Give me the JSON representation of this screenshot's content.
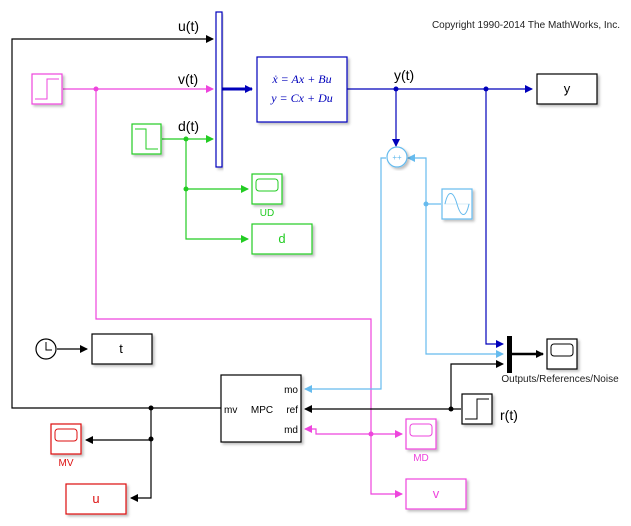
{
  "copyright": "Copyright 1990-2014 The MathWorks, Inc.",
  "colors": {
    "black": "#000000",
    "magenta": "#ee44dd",
    "green": "#22cc22",
    "blue": "#0000bb",
    "lightblue": "#66bbee",
    "red": "#dd1111"
  },
  "signals": {
    "u": "u(t)",
    "v": "v(t)",
    "d": "d(t)",
    "y": "y(t)",
    "r": "r(t)"
  },
  "plant": {
    "eq1": "ẋ = Ax + Bu",
    "eq2": "y = Cx + Du"
  },
  "blocks": {
    "y_out": "y",
    "ud_scope": "UD",
    "d_out": "d",
    "t_out": "t",
    "mpc": {
      "name": "MPC",
      "in_mo": "mo",
      "in_ref": "ref",
      "in_md": "md",
      "out_mv": "mv"
    },
    "outputs_scope": "Outputs/References/Noise",
    "md_scope": "MD",
    "v_out": "v",
    "mv_scope": "MV",
    "u_out": "u",
    "sum_signs": "++"
  }
}
